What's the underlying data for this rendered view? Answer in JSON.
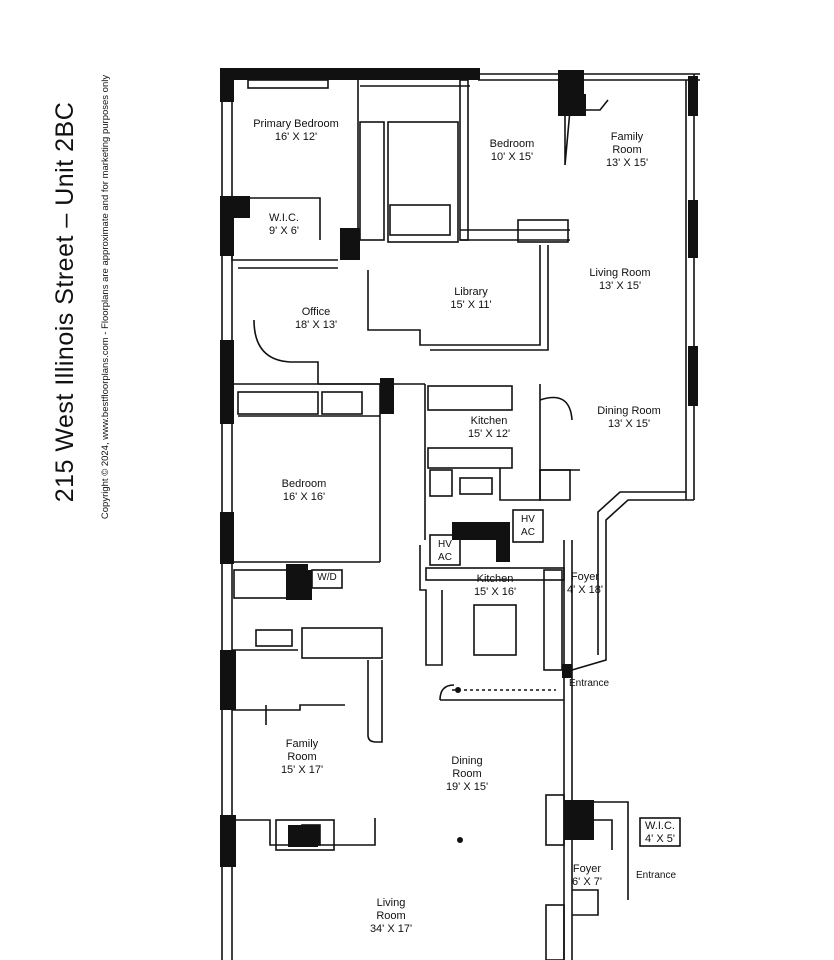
{
  "header": {
    "title": "215 West Illinois Street – Unit 2BC",
    "copyright": "Copyright © 2024, www.bestfloorplans.com - Floorplans are approximate and for marketing purposes only"
  },
  "rooms": [
    {
      "name": "Primary Bedroom",
      "dims": "16' X 12'"
    },
    {
      "name": "W.I.C.",
      "dims": "9' X 6'"
    },
    {
      "name": "Bedroom",
      "dims": "10' X 15'"
    },
    {
      "name": "Family Room",
      "dims": "13' X 15'"
    },
    {
      "name": "Office",
      "dims": "18' X 13'"
    },
    {
      "name": "Library",
      "dims": "15' X 11'"
    },
    {
      "name": "Living Room",
      "dims": "13' X 15'"
    },
    {
      "name": "Kitchen",
      "dims": "15' X 12'"
    },
    {
      "name": "Dining Room",
      "dims": "13' X 15'"
    },
    {
      "name": "Bedroom",
      "dims": "16' X 16'"
    },
    {
      "name": "Kitchen",
      "dims": "15' X 16'"
    },
    {
      "name": "Foyer",
      "dims": "4' X 18'"
    },
    {
      "name": "Family Room",
      "dims": "15' X 17'"
    },
    {
      "name": "Dining Room",
      "dims": "19' X 15'"
    },
    {
      "name": "W.I.C.",
      "dims": "4' X 5'"
    },
    {
      "name": "Foyer",
      "dims": "6' X 7'"
    },
    {
      "name": "Living Room",
      "dims": "34' X 17'"
    }
  ],
  "tags": {
    "wd": "W/D",
    "hvac_top": {
      "l1": "HV",
      "l2": "AC"
    },
    "hvac_bottom": {
      "l1": "HV",
      "l2": "AC"
    },
    "entrance_top": "Entrance",
    "entrance_bottom": "Entrance"
  }
}
